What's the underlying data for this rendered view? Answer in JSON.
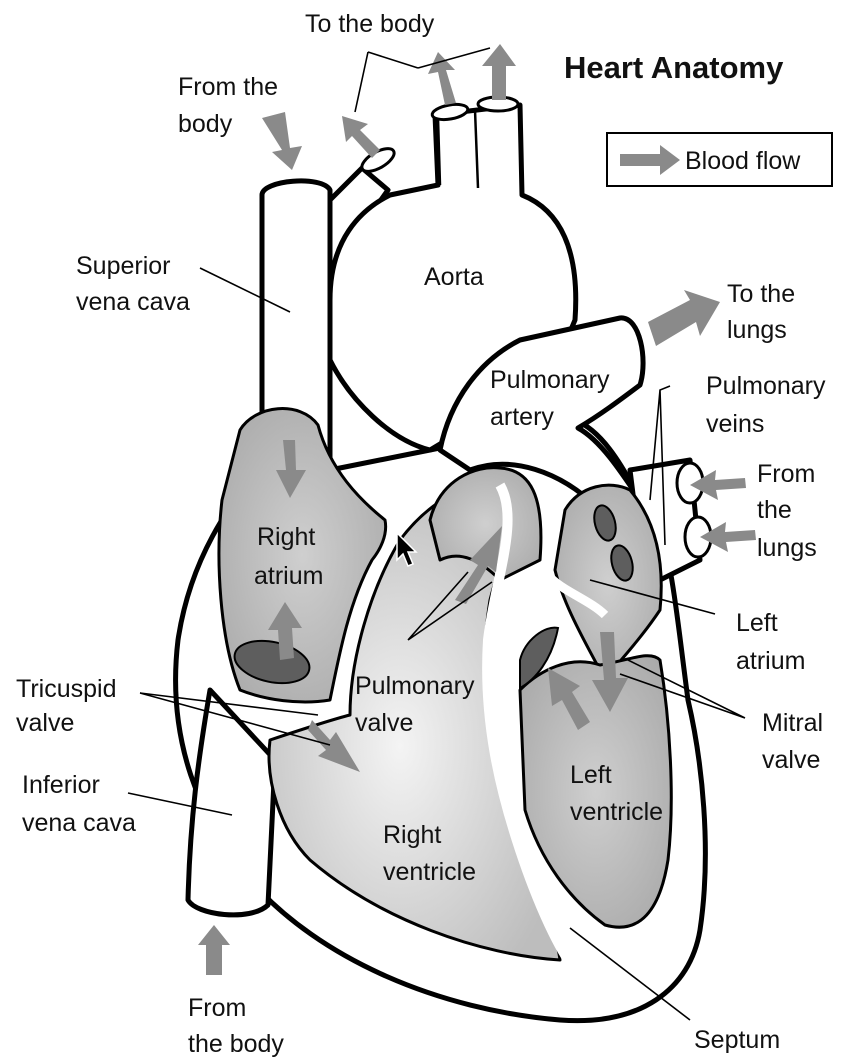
{
  "title": "Heart Anatomy",
  "legend": {
    "label": "Blood flow",
    "arrow_icon": "gray-arrow-icon",
    "arrow_color": "#8a8a8a"
  },
  "colors": {
    "chamber_fill": "#b4b4b4",
    "valve_fill": "#5e5e5e",
    "outline": "#000000"
  },
  "labels": {
    "to_body_top": "To the body",
    "from_body_top": [
      "From the",
      "body"
    ],
    "superior_vena_cava": [
      "Superior",
      "vena cava"
    ],
    "aorta": "Aorta",
    "to_lungs": [
      "To the",
      "lungs"
    ],
    "pulmonary_artery": [
      "Pulmonary",
      "artery"
    ],
    "pulmonary_veins": [
      "Pulmonary",
      "veins"
    ],
    "from_lungs": [
      "From",
      "the",
      "lungs"
    ],
    "right_atrium": [
      "Right",
      "atrium"
    ],
    "left_atrium": [
      "Left",
      "atrium"
    ],
    "tricuspid_valve": [
      "Tricuspid",
      "valve"
    ],
    "pulmonary_valve": [
      "Pulmonary",
      "valve"
    ],
    "mitral_valve": [
      "Mitral",
      "valve"
    ],
    "inferior_vena_cava": [
      "Inferior",
      "vena cava"
    ],
    "right_ventricle": [
      "Right",
      "ventricle"
    ],
    "left_ventricle": [
      "Left",
      "ventricle"
    ],
    "from_body_bottom": [
      "From",
      "the body"
    ],
    "septum": "Septum"
  }
}
